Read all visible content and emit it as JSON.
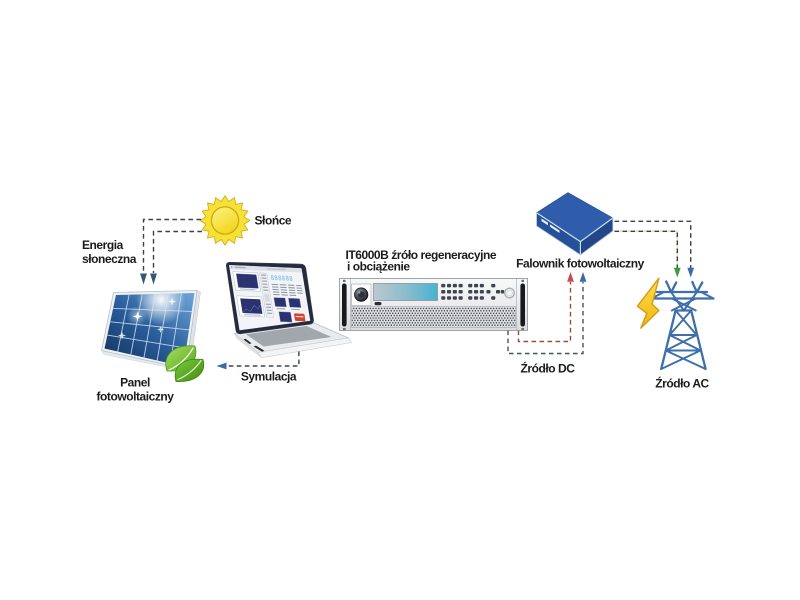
{
  "diagram": {
    "title_block": {
      "instrument_title_line1": "IT6000B źróło regeneracyjne",
      "instrument_title_line2": "i obciążenie"
    },
    "laptop_screen": {
      "readout": "888888"
    },
    "labels": {
      "sun": "Słońce",
      "solar_energy_line1": "Energia",
      "solar_energy_line2": "słoneczna",
      "panel_line1": "Panel",
      "panel_line2": "fotowoltaiczny",
      "simulation": "Symulacja",
      "inverter": "Falownik fotowoltaiczny",
      "dc_source": "Źródło DC",
      "ac_source": "Źródło AC"
    },
    "icons": [
      "sun-icon",
      "solar-panel-icon",
      "leaves-icon",
      "laptop-icon",
      "power-supply-instrument-icon",
      "inverter-box-icon",
      "transmission-tower-icon",
      "lightning-icon"
    ],
    "colors": {
      "background": "#ffffff",
      "label_text": "#1b1b1b",
      "dash_dark": "#39424e",
      "dash_red": "#9c4b42",
      "arrow_blue": "#3c69a8",
      "arrow_navy": "#33567d",
      "arrow_red": "#c0504d",
      "arrow_green": "#3f9b3f",
      "sun_yellow": "#f6e136",
      "inverter_blue": "#2f5dab",
      "tower_blue": "#3e6fab",
      "lightning_yellow": "#f6c51e",
      "panel_blue": "#2a5a94",
      "leaf_green": "#5fae25"
    }
  }
}
